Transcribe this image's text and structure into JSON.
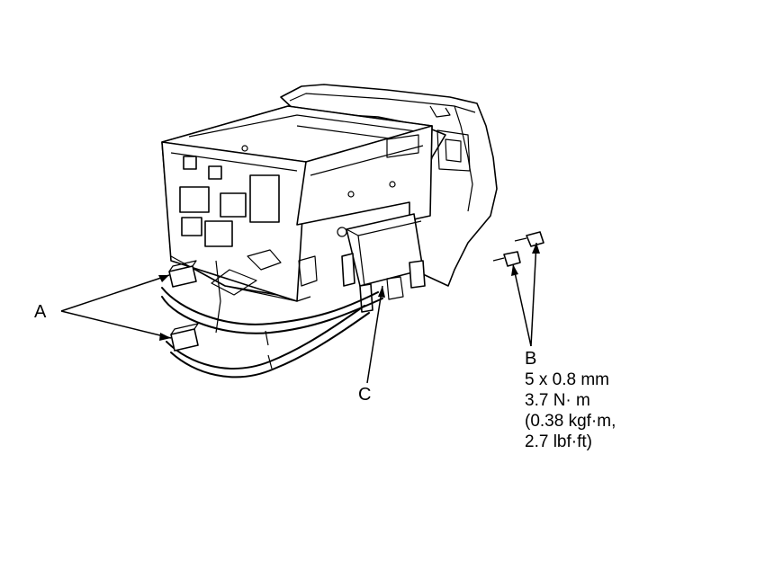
{
  "diagram": {
    "callouts": {
      "a": "A",
      "b": "B",
      "c": "C"
    },
    "bolt_spec": {
      "size": "5 x 0.8 mm",
      "torque_nm": "3.7 N·  m",
      "torque_kgf": "(0.38 kgf·m,",
      "torque_lbf": "2.7 lbf·ft)"
    }
  }
}
